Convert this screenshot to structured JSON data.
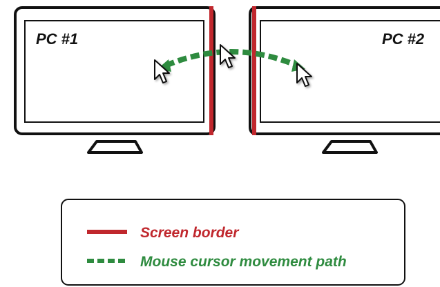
{
  "pc1": {
    "label": "PC #1"
  },
  "pc2": {
    "label": "PC #2"
  },
  "legend": {
    "items": [
      {
        "text": "Screen border",
        "line_style": "solid",
        "color": "#c0272d"
      },
      {
        "text": "Mouse cursor movement path",
        "line_style": "dashed",
        "color": "#2e8b3f"
      }
    ]
  },
  "colors": {
    "screen_border": "#c0272d",
    "cursor_path": "#2e8b3f",
    "outline": "#111111"
  },
  "icons": [
    "mouse-cursor-icon"
  ]
}
